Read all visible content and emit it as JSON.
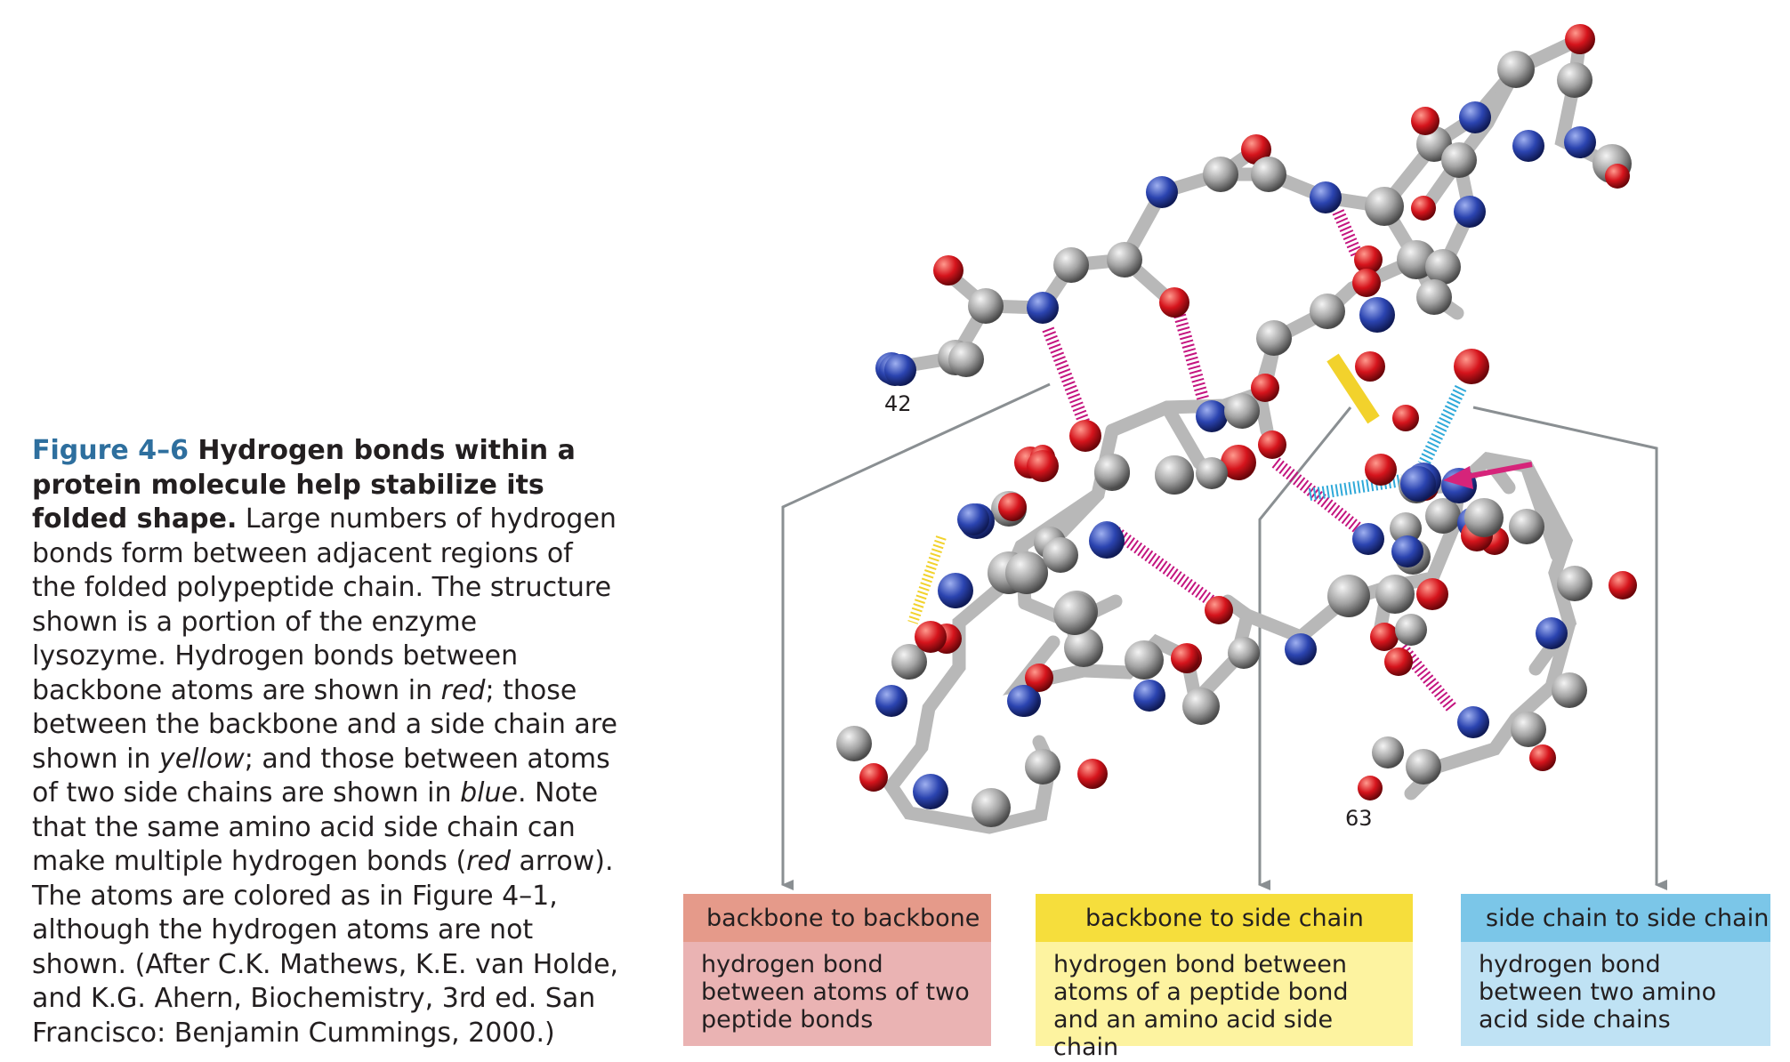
{
  "caption": {
    "figure_number": "Figure 4–6",
    "title": " Hydrogen bonds within a protein molecule help stabilize its folded shape.",
    "text_1": " Large numbers of hydrogen bonds form between adjacent regions of the folded polypeptide chain. The structure shown is a portion of the enzyme lysozyme. Hydrogen bonds between backbone atoms are shown in ",
    "em_red": "red",
    "text_2": "; those between the backbone and a side chain are shown in ",
    "em_yellow": "yellow",
    "text_3": "; and those between atoms of two side chains are shown in ",
    "em_blue": "blue",
    "text_4": ". Note that the same amino acid side chain can make multiple hydrogen bonds (",
    "em_red_arrow": "red",
    "text_5": " arrow). The atoms are colored as in Figure 4–1, although the hydrogen atoms are not shown. (After C.K. Mathews, K.E. van Holde, and K.G. Ahern, Biochemistry, 3rd ed. San Francisco: Benjamin Cummings, 2000.)"
  },
  "residue_labels": {
    "start": "42",
    "end": "63"
  },
  "legend": [
    {
      "header": "backbone to backbone",
      "body": "hydrogen bond between atoms of two peptide bonds",
      "color": "#e59a8a"
    },
    {
      "header": "backbone to side chain",
      "body": "hydrogen bond between atoms of a peptide bond and an amino acid side chain",
      "color": "#f6de3c"
    },
    {
      "header": "side chain to side chain",
      "body": "hydrogen bond between two amino acid side chains",
      "color": "#7bc6e8"
    }
  ],
  "colors": {
    "carbon": "#9a9a9a",
    "nitrogen": "#2a3fa0",
    "oxygen": "#d0121b",
    "hbond_backbone": "#c4147f",
    "hbond_backbone_sidechain": "#f2d22c",
    "hbond_sidechain": "#2fa9d9",
    "arrow": "#d6247a"
  }
}
